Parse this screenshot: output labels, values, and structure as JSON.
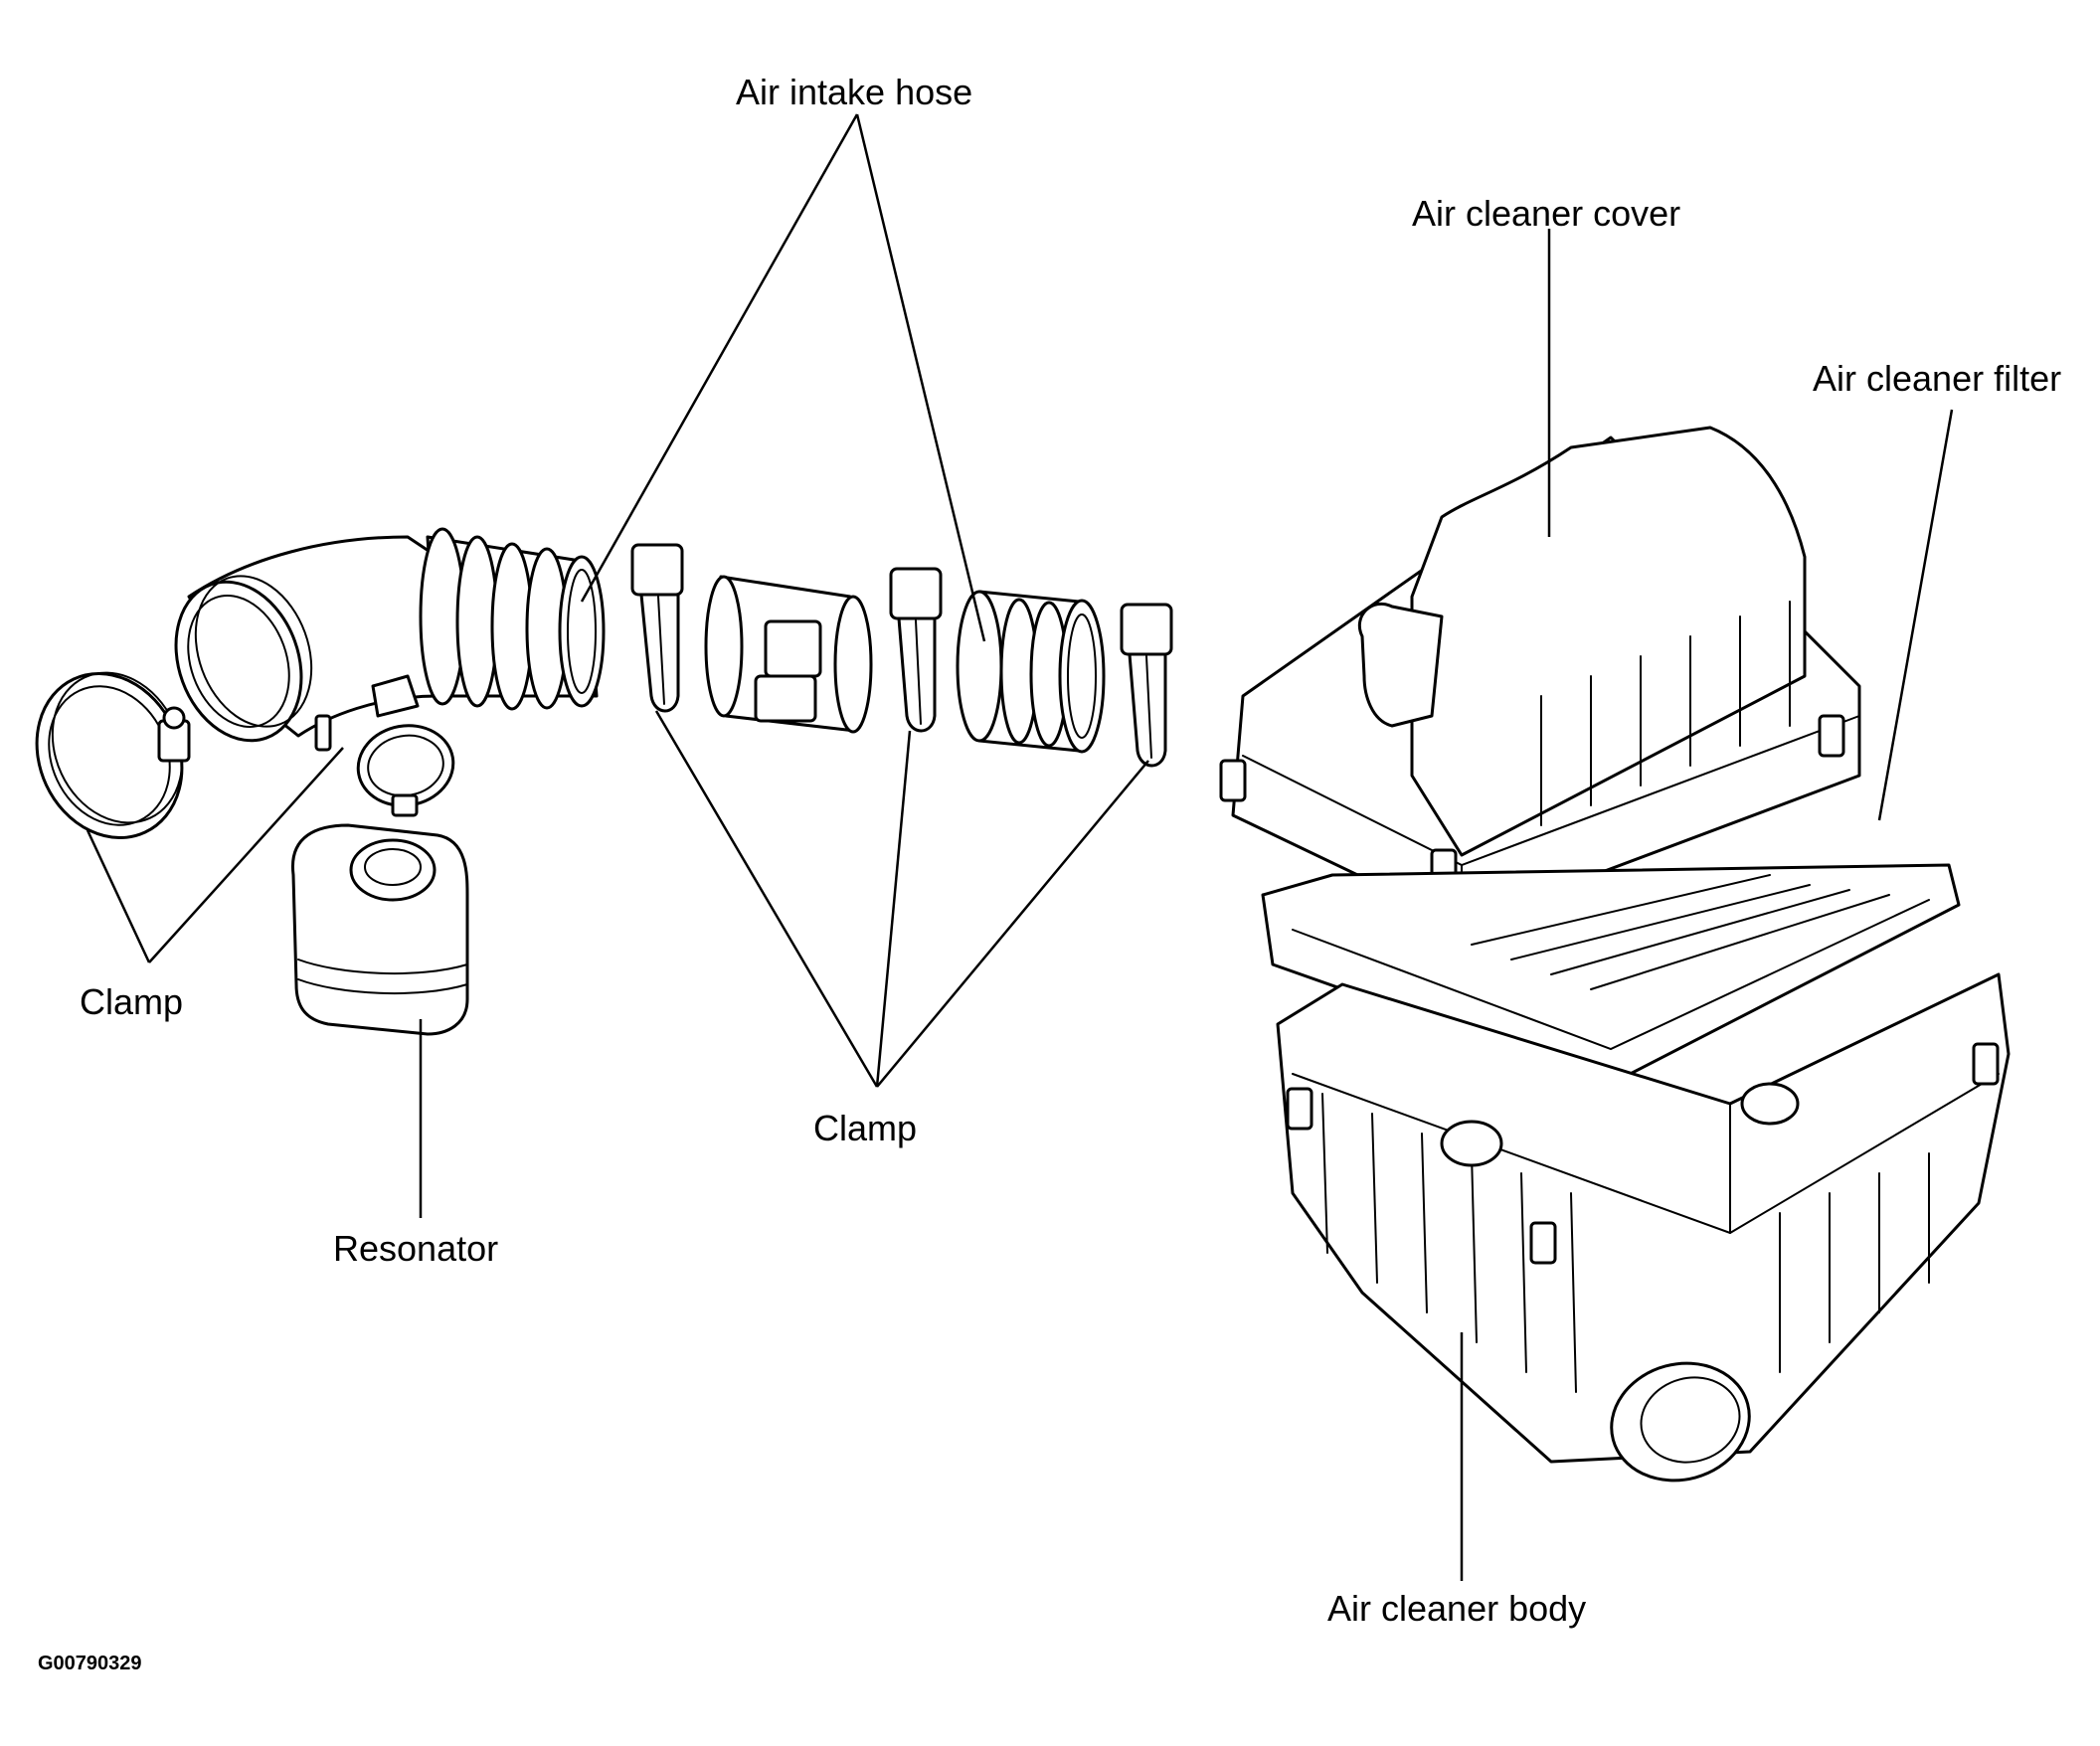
{
  "labels": {
    "air_intake_hose": "Air intake hose",
    "air_cleaner_cover": "Air cleaner cover",
    "air_cleaner_filter": "Air cleaner filter",
    "clamp_left": "Clamp",
    "clamp_center": "Clamp",
    "resonator": "Resonator",
    "air_cleaner_body": "Air cleaner body"
  },
  "figure_code": "G00790329"
}
